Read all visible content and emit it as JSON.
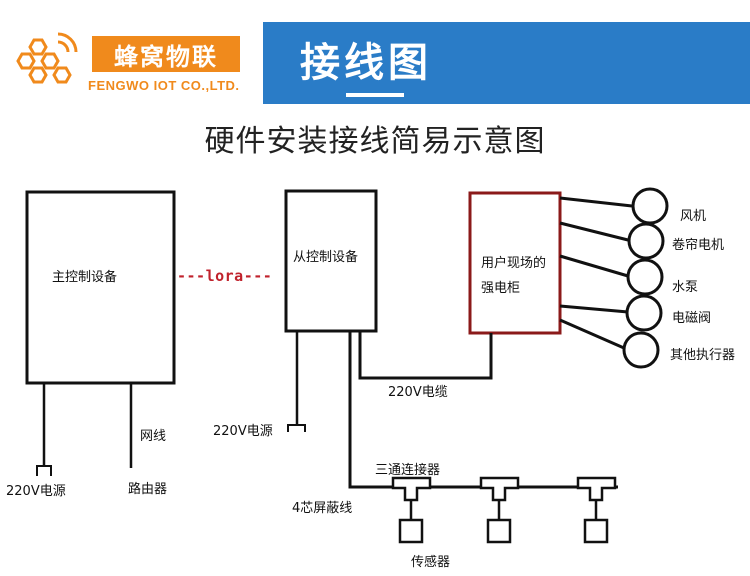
{
  "brand": {
    "name_cn": "蜂窝物联",
    "name_en": "FENGWO IOT CO.,LTD.",
    "orange": "#f08a1c"
  },
  "banner": {
    "title": "接线图",
    "color": "#2a7cc7"
  },
  "diagram": {
    "title": "硬件安装接线简易示意图",
    "main_device": "主控制设备",
    "slave_device": "从控制设备",
    "link": "---lora---",
    "cabinet_line1": "用户现场的",
    "cabinet_line2": "强电柜",
    "cabinet_border": "#8b1a1a",
    "actuators": [
      "风机",
      "卷帘电机",
      "水泵",
      "电磁阀",
      "其他执行器"
    ],
    "power_main": "220V电源",
    "network_cable": "网线",
    "router": "路由器",
    "power_slave": "220V电源",
    "power_cable": "220V电缆",
    "shield_cable": "4芯屏蔽线",
    "tee_connector": "三通连接器",
    "sensor": "传感器"
  }
}
